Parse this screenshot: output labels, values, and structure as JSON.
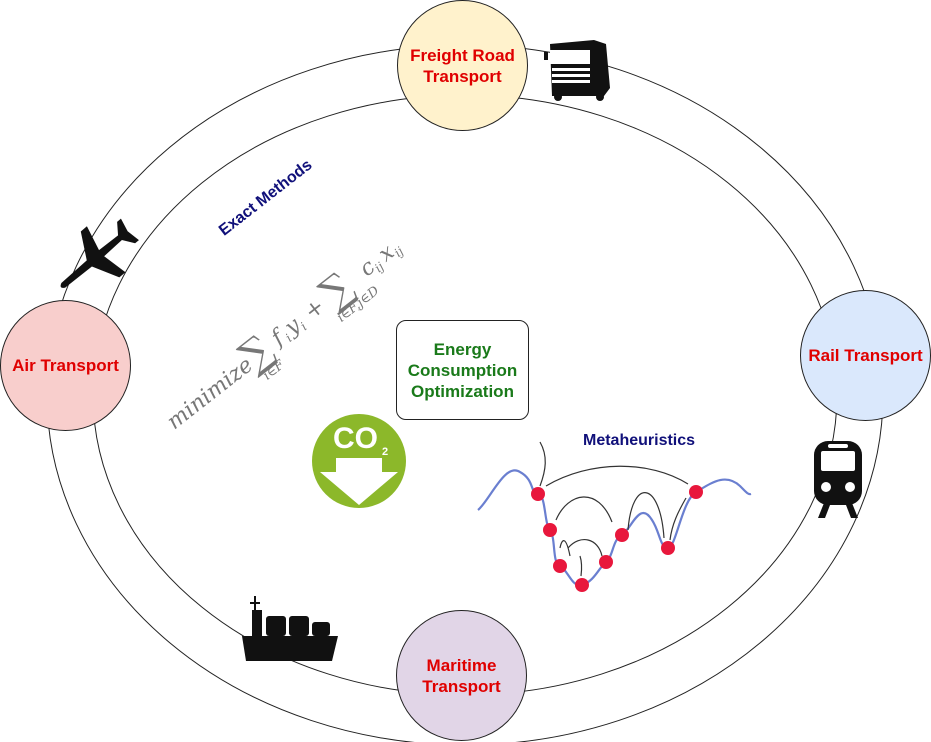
{
  "nodes": {
    "freight": {
      "label": "Freight Road Transport",
      "line1": "Freight Road",
      "line2": "Transport",
      "fill": "#fff2cc"
    },
    "air": {
      "label": "Air Transport",
      "fill": "#f8cecc"
    },
    "rail": {
      "label": "Rail Transport",
      "fill": "#dae8fc"
    },
    "maritime": {
      "label": "Maritime Transport",
      "line1": "Maritime",
      "line2": "Transport",
      "fill": "#e1d5e7"
    }
  },
  "center": {
    "line1": "Energy",
    "line2": "Consumption",
    "line3": "Optimization"
  },
  "exact_methods": {
    "label": "Exact Methods",
    "formula_left": "minimize",
    "formula_sum1": "∑",
    "formula_sub1": "i∈F",
    "formula_term1": "f",
    "formula_term1_sub": "i",
    "formula_var1": "y",
    "formula_var1_sub": "i",
    "formula_plus": "+",
    "formula_sum2": "∑",
    "formula_sub2": "i∈F,j∈D",
    "formula_term2": "c",
    "formula_term2_sub": "ij",
    "formula_var2": "x",
    "formula_var2_sub": "ij"
  },
  "metaheuristics": {
    "label": "Metaheuristics"
  },
  "co2": {
    "main": "CO",
    "sub": "2",
    "color": "#8cb82a"
  },
  "colors": {
    "node_text": "#e00000",
    "center_text": "#1a7a1a",
    "method_text": "#10107a",
    "curve": "#6a7fd0",
    "points": "#e8173c"
  },
  "icons": [
    "truck-icon",
    "airplane-icon",
    "train-icon",
    "ship-icon",
    "co2-down-icon"
  ]
}
